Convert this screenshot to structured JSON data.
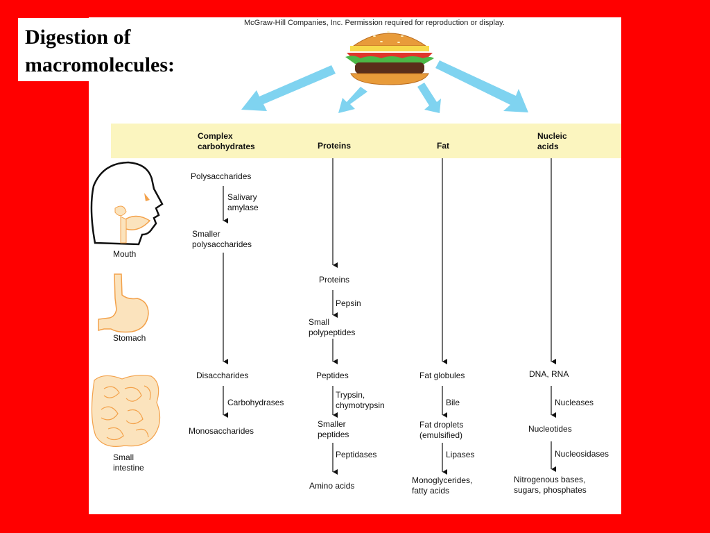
{
  "title": "Digestion of macromolecules:",
  "copyright": "McGraw-Hill Companies, Inc. Permission required for reproduction or display.",
  "food_image": "hamburger",
  "columns": [
    {
      "header_line1": "Complex",
      "header_line2": "carbohydrates"
    },
    {
      "header_line1": "Proteins",
      "header_line2": ""
    },
    {
      "header_line1": "Fat",
      "header_line2": ""
    },
    {
      "header_line1": "Nucleic",
      "header_line2": "acids"
    }
  ],
  "organs": {
    "mouth": "Mouth",
    "stomach": "Stomach",
    "small_intestine_1": "Small",
    "small_intestine_2": "intestine"
  },
  "carbs": {
    "polysaccharides": "Polysaccharides",
    "salivary_1": "Salivary",
    "salivary_2": "amylase",
    "smaller_poly_1": "Smaller",
    "smaller_poly_2": "polysaccharides",
    "disaccharides": "Disaccharides",
    "carbohydrases": "Carbohydrases",
    "monosaccharides": "Monosaccharides"
  },
  "proteins": {
    "proteins": "Proteins",
    "pepsin": "Pepsin",
    "small_poly_1": "Small",
    "small_poly_2": "polypeptides",
    "peptides": "Peptides",
    "trypsin_1": "Trypsin,",
    "trypsin_2": "chymotrypsin",
    "smaller_pep_1": "Smaller",
    "smaller_pep_2": "peptides",
    "peptidases": "Peptidases",
    "amino_acids": "Amino acids"
  },
  "fat": {
    "fat_globules": "Fat globules",
    "bile": "Bile",
    "droplets_1": "Fat droplets",
    "droplets_2": "(emulsified)",
    "lipases": "Lipases",
    "mono_1": "Monoglycerides,",
    "mono_2": "fatty acids"
  },
  "nucleic": {
    "dna_rna": "DNA, RNA",
    "nucleases": "Nucleases",
    "nucleotides": "Nucleotides",
    "nucleosidases": "Nucleosidases",
    "bases_1": "Nitrogenous bases,",
    "bases_2": "sugars, phosphates"
  },
  "colors": {
    "background": "#ff0000",
    "header_band": "#fbf5bf",
    "arrow_blue": "#7fd3f0",
    "organ_fill": "#fbe3bd",
    "organ_stroke": "#f3a14a"
  }
}
